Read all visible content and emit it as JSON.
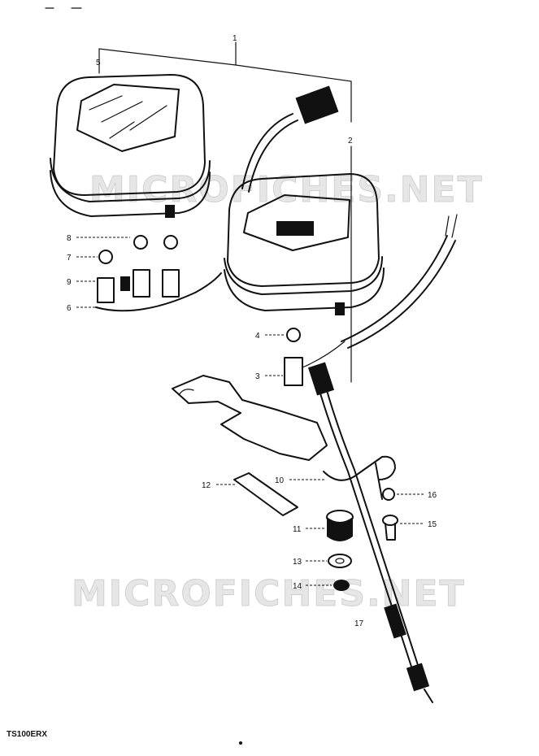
{
  "watermarks": [
    "MICROFICHES.NET",
    "MICROFICHES.NET"
  ],
  "model_code": "TS100ERX",
  "callouts": [
    {
      "id": "1",
      "label": "1"
    },
    {
      "id": "2",
      "label": "2"
    },
    {
      "id": "3",
      "label": "3"
    },
    {
      "id": "4",
      "label": "4"
    },
    {
      "id": "5",
      "label": "5"
    },
    {
      "id": "6",
      "label": "6"
    },
    {
      "id": "7",
      "label": "7"
    },
    {
      "id": "8",
      "label": "8"
    },
    {
      "id": "9",
      "label": "9"
    },
    {
      "id": "10",
      "label": "10"
    },
    {
      "id": "11",
      "label": "11"
    },
    {
      "id": "12",
      "label": "12"
    },
    {
      "id": "13",
      "label": "13"
    },
    {
      "id": "14",
      "label": "14"
    },
    {
      "id": "15",
      "label": "15"
    },
    {
      "id": "16",
      "label": "16"
    },
    {
      "id": "17",
      "label": "17"
    }
  ]
}
